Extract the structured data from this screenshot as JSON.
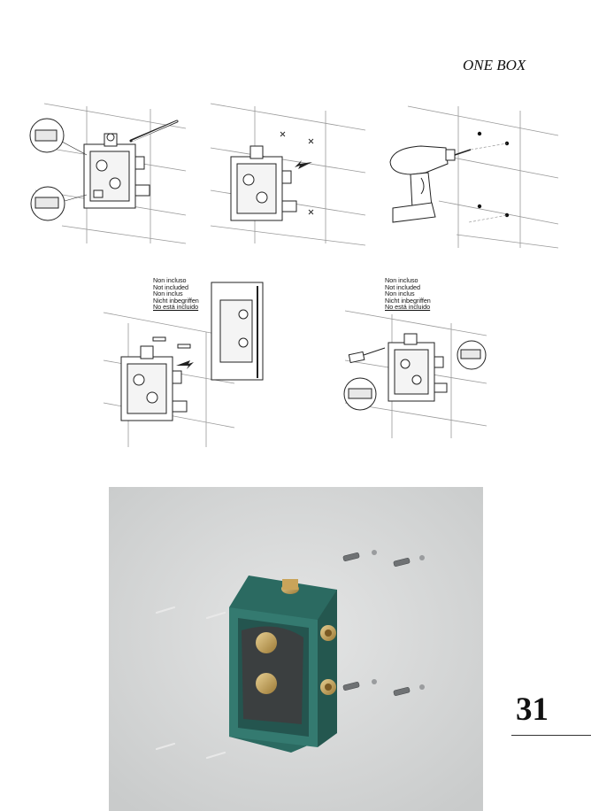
{
  "header": {
    "title": "ONE BOX"
  },
  "notes": {
    "left": [
      "Non incluso",
      "Not included",
      "Non inclus",
      "Nicht inbegriffen",
      "No está incluido"
    ],
    "right": [
      "Non incluso",
      "Not included",
      "Non inclus",
      "Nicht inbegriffen",
      "No está incluido"
    ]
  },
  "footer": {
    "page_number": "31"
  },
  "colors": {
    "box_green": "#2f6f66",
    "brass": "#c9a45a",
    "photo_bg": "#d4d6d6"
  },
  "icons": [
    "drill-icon",
    "screw-anchor-icon",
    "arrow-icon",
    "cross-mark-icon"
  ]
}
